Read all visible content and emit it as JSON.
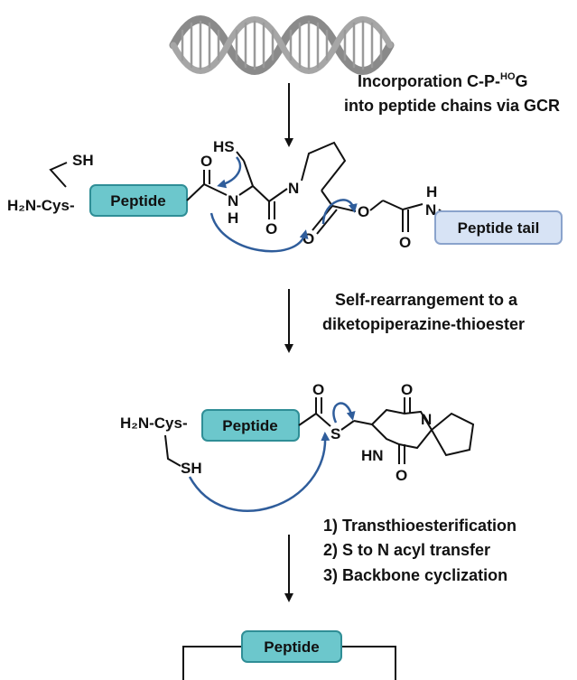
{
  "colors": {
    "peptide_fill": "#6cc7cc",
    "peptide_stroke": "#2f8e96",
    "tail_fill": "#d7e3f5",
    "tail_stroke": "#8aa3cc",
    "arrow_curly": "#2f5d9b",
    "dna": "#8a8a8a",
    "bond": "#111111"
  },
  "icons": [
    "dna-helix-icon",
    "reaction-arrow-icon",
    "electron-push-arrow-icon"
  ],
  "step1": {
    "line1_pre": "Incorporation C-P-",
    "line1_sup": "HO",
    "line1_post": "G",
    "line2": "into peptide chains via GCR"
  },
  "step2": {
    "line1": "Self-rearrangement to a",
    "line2": "diketopiperazine-thioester"
  },
  "step3": {
    "item1": "1) Transthioesterification",
    "item2": "2) S to N acyl transfer",
    "item3": "3) Backbone cyclization"
  },
  "mol1": {
    "peptide_label": "Peptide",
    "tail_label": "Peptide tail",
    "h2n_cys": "H₂N-Cys-",
    "sh": "SH",
    "hs": "HS",
    "o": "O",
    "n": "N",
    "h": "H"
  },
  "mol2": {
    "peptide_label": "Peptide",
    "h2n_cys": "H₂N-Cys-",
    "sh": "SH",
    "s": "S",
    "o": "O",
    "n": "N",
    "hn": "HN"
  },
  "product": {
    "peptide_label": "Peptide"
  }
}
